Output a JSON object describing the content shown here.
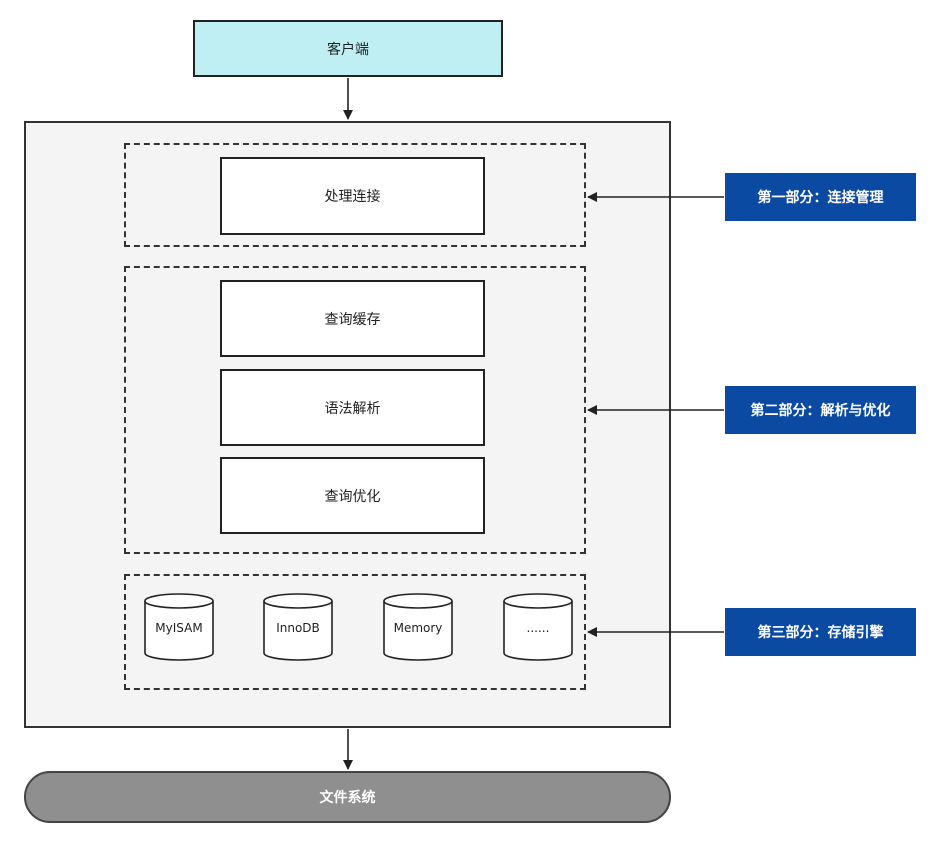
{
  "client": {
    "label": "客户端"
  },
  "sections": [
    {
      "label": "第一部分：连接管理",
      "components": [
        "处理连接"
      ]
    },
    {
      "label": "第二部分：解析与优化",
      "components": [
        "查询缓存",
        "语法解析",
        "查询优化"
      ]
    },
    {
      "label": "第三部分：存储引擎",
      "engines": [
        "MyISAM",
        "InnoDB",
        "Memory",
        "......"
      ]
    }
  ],
  "filesystem": {
    "label": "文件系统"
  },
  "colors": {
    "client_fill": "#bfeef3",
    "server_fill": "#f4f4f4",
    "label_fill": "#0b4aa3",
    "filesystem_fill": "#8f8f8f"
  }
}
